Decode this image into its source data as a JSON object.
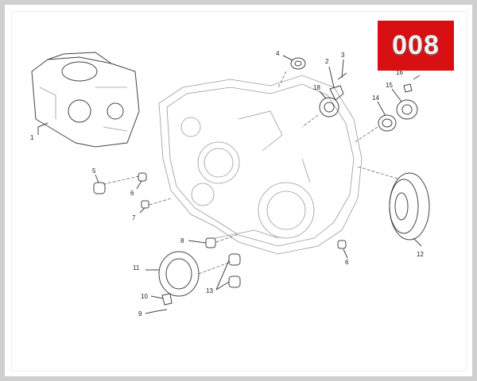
{
  "badge": {
    "text": "008",
    "color": "#d70f12"
  },
  "parts": [
    {
      "id": "1",
      "label": "1"
    },
    {
      "id": "2",
      "label": "2"
    },
    {
      "id": "3",
      "label": "3"
    },
    {
      "id": "4",
      "label": "4"
    },
    {
      "id": "5",
      "label": "5"
    },
    {
      "id": "6a",
      "label": "6"
    },
    {
      "id": "6b",
      "label": "6"
    },
    {
      "id": "7",
      "label": "7"
    },
    {
      "id": "8",
      "label": "8"
    },
    {
      "id": "9",
      "label": "9"
    },
    {
      "id": "10",
      "label": "10"
    },
    {
      "id": "11",
      "label": "11"
    },
    {
      "id": "12",
      "label": "12"
    },
    {
      "id": "13",
      "label": "13"
    },
    {
      "id": "14",
      "label": "14"
    },
    {
      "id": "15",
      "label": "15"
    },
    {
      "id": "16",
      "label": "16"
    },
    {
      "id": "18",
      "label": "18"
    }
  ]
}
